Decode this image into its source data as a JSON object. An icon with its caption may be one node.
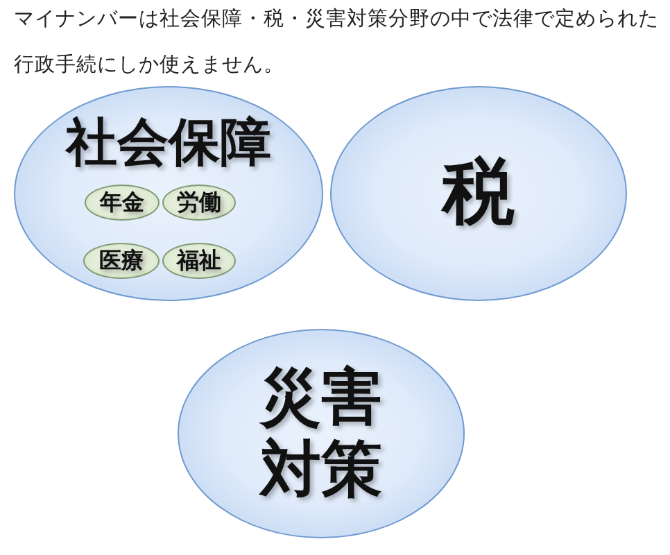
{
  "diagram": {
    "title": "マイナンバーは社会保障・税・災害対策分野の中で法律で定められた行政手続にしか使えません。",
    "nodes": [
      {
        "text": [
          "社会保障"
        ]
      },
      {
        "text": [
          "年金"
        ],
        "in": 0
      },
      {
        "text": [
          "労働"
        ],
        "in": 0
      },
      {
        "text": [
          "医療"
        ],
        "in": 0
      },
      {
        "text": [
          "福祉"
        ],
        "in": 0
      },
      {
        "text": [
          "税"
        ]
      },
      {
        "text": [
          "災害対策"
        ]
      }
    ]
  }
}
